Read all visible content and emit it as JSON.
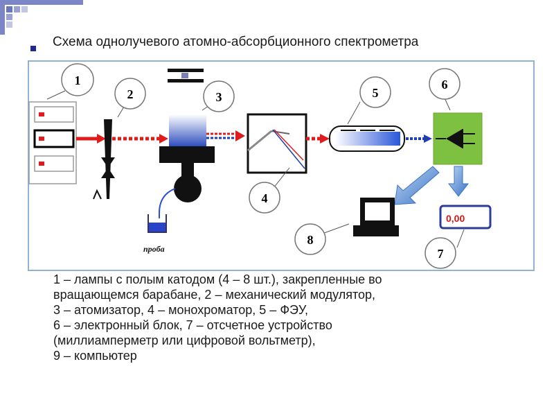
{
  "slide": {
    "title": "Схема однолучевого атомно-абсорбционного спектрометра",
    "caption_lines": [
      "1 – лампы с полым катодом (4 – 8 шт.), закрепленные во",
      "вращающемся барабане, 2 – механический модулятор,",
      "3 – атомизатор, 4 – монохроматор, 5 – ФЭУ,",
      "6 – электронный блок, 7 – отсчетное устройство",
      "(миллиамперметр или цифровой вольтметр),",
      "9 – компьютер"
    ]
  },
  "diagram": {
    "callouts": {
      "c1": "1",
      "c2": "2",
      "c3": "3",
      "c4": "4",
      "c5": "5",
      "c6": "6",
      "c7": "7",
      "c8": "8"
    },
    "sample_label": "проба",
    "display_value": "0,00",
    "colors": {
      "beam": "#e01b1b",
      "beam_blue": "#1f3fae",
      "electronics": "#7ec040",
      "frame_border": "#8fb2d6",
      "display_text": "#d01818",
      "display_border": "#2a3d9a"
    }
  }
}
